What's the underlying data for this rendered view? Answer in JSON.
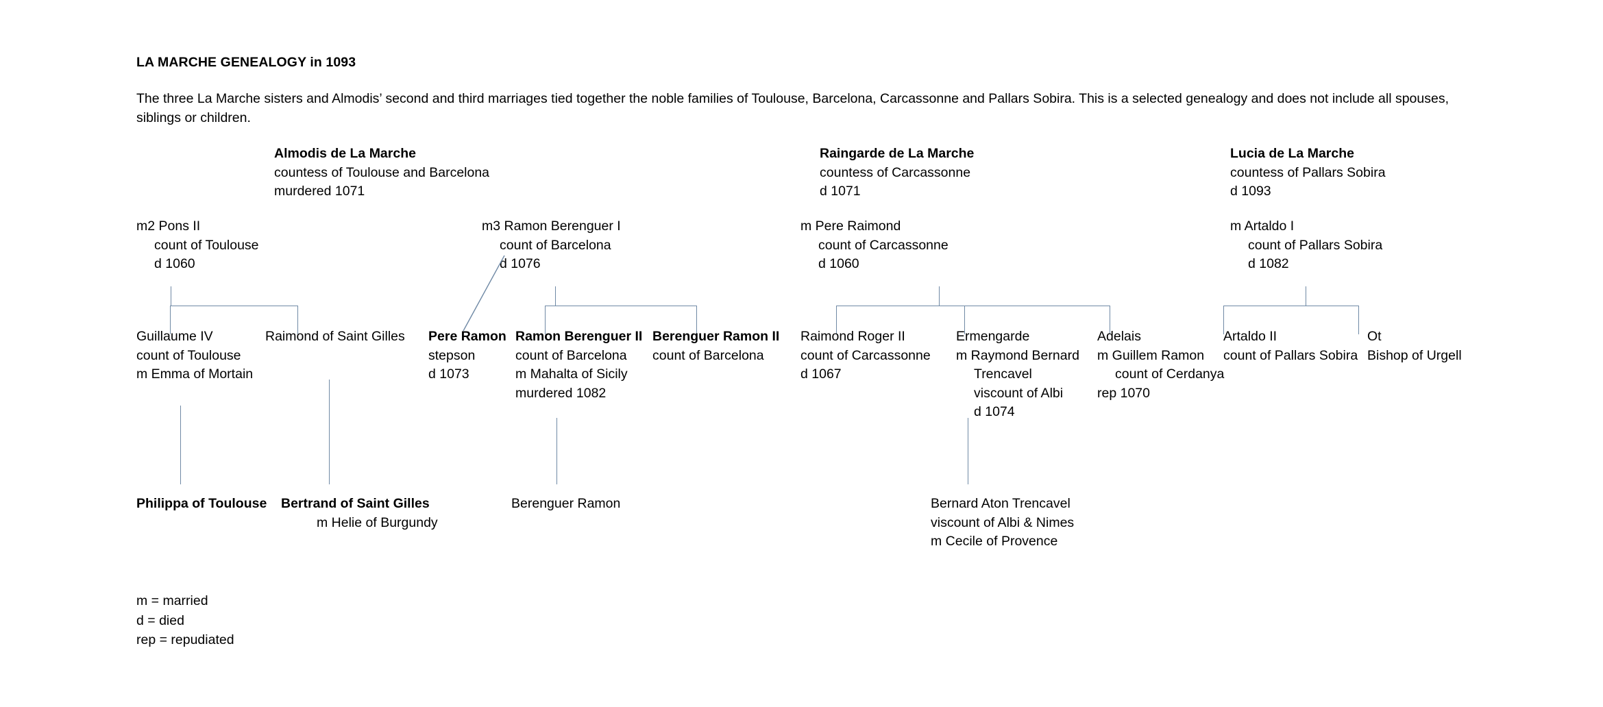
{
  "document": {
    "title": "LA MARCHE GENEALOGY in 1093",
    "intro": "The three La Marche sisters and Almodis’ second and third marriages tied together the noble families of Toulouse, Barcelona, Carcassonne and Pallars Sobira. This is a selected genealogy and does not include all spouses, siblings or children."
  },
  "colors": {
    "text": "#000000",
    "connector": "#6f89a5",
    "background": "#ffffff"
  },
  "sisters": [
    {
      "id": "almodis",
      "name": "Almodis de La Marche",
      "title": "countess of Toulouse and Barcelona",
      "death": "murdered 1071"
    },
    {
      "id": "raingarde",
      "name": "Raingarde de La Marche",
      "title": "countess of Carcassonne",
      "death": "d 1071"
    },
    {
      "id": "lucia",
      "name": "Lucia de La Marche",
      "title": "countess of Pallars Sobira",
      "death": "d 1093"
    }
  ],
  "marriages": [
    {
      "id": "m2-pons",
      "spouse": "m2 Pons II",
      "title": "count of Toulouse",
      "death": "d 1060"
    },
    {
      "id": "m3-ramon-berenguer",
      "spouse": "m3 Ramon Berenguer I",
      "title": "count of Barcelona",
      "death": "d 1076"
    },
    {
      "id": "m-pere-raimond",
      "spouse": "m Pere Raimond",
      "title": "count of Carcassonne",
      "death": "d 1060"
    },
    {
      "id": "m-artaldo",
      "spouse": "m Artaldo I",
      "title": "count of Pallars Sobira",
      "death": "d 1082"
    }
  ],
  "children": [
    {
      "id": "guillaume-iv",
      "name": "Guillaume IV",
      "lines": [
        "count of Toulouse",
        "m Emma of Mortain"
      ]
    },
    {
      "id": "raimond-saint-gilles",
      "name": "Raimond of Saint Gilles",
      "lines": []
    },
    {
      "id": "pere-ramon",
      "name": "Pere Ramon",
      "bold": true,
      "lines": [
        "stepson",
        "d 1073"
      ]
    },
    {
      "id": "ramon-berenguer-ii",
      "name": "Ramon Berenguer II",
      "bold": true,
      "lines": [
        "count of Barcelona",
        "m Mahalta of Sicily",
        "murdered 1082"
      ]
    },
    {
      "id": "berenguer-ramon-ii",
      "name": "Berenguer Ramon II",
      "bold": true,
      "lines": [
        "count of Barcelona"
      ]
    },
    {
      "id": "raimond-roger-ii",
      "name": "Raimond Roger II",
      "lines": [
        "count of Carcassonne",
        "d 1067"
      ]
    },
    {
      "id": "ermengarde",
      "name": "Ermengarde",
      "lines": [
        "m Raymond Bernard",
        "Trencavel",
        "viscount of Albi",
        "d 1074"
      ]
    },
    {
      "id": "adelais",
      "name": "Adelais",
      "lines": [
        "m Guillem Ramon",
        "count of Cerdanya",
        "rep 1070"
      ]
    },
    {
      "id": "artaldo-ii",
      "name": "Artaldo II",
      "lines": [
        "count of Pallars Sobira"
      ]
    },
    {
      "id": "ot",
      "name": "Ot",
      "lines": [
        "Bishop of Urgell"
      ]
    }
  ],
  "grandchildren": [
    {
      "id": "philippa-of-toulouse",
      "name": "Philippa of Toulouse",
      "bold": true,
      "lines": []
    },
    {
      "id": "bertrand-of-saint-gilles",
      "name": "Bertrand of Saint Gilles",
      "bold": true,
      "lines": [
        "m Helie of Burgundy"
      ]
    },
    {
      "id": "berenguer-ramon",
      "name": "Berenguer Ramon",
      "bold": false,
      "lines": []
    },
    {
      "id": "bernard-aton-trencavel",
      "name": "Bernard Aton Trencavel",
      "bold": false,
      "lines": [
        "viscount of Albi & Nimes",
        "m Cecile of Provence"
      ]
    }
  ],
  "legend": {
    "married": "m = married",
    "died": "d = died",
    "repudiated": "rep = repudiated"
  }
}
